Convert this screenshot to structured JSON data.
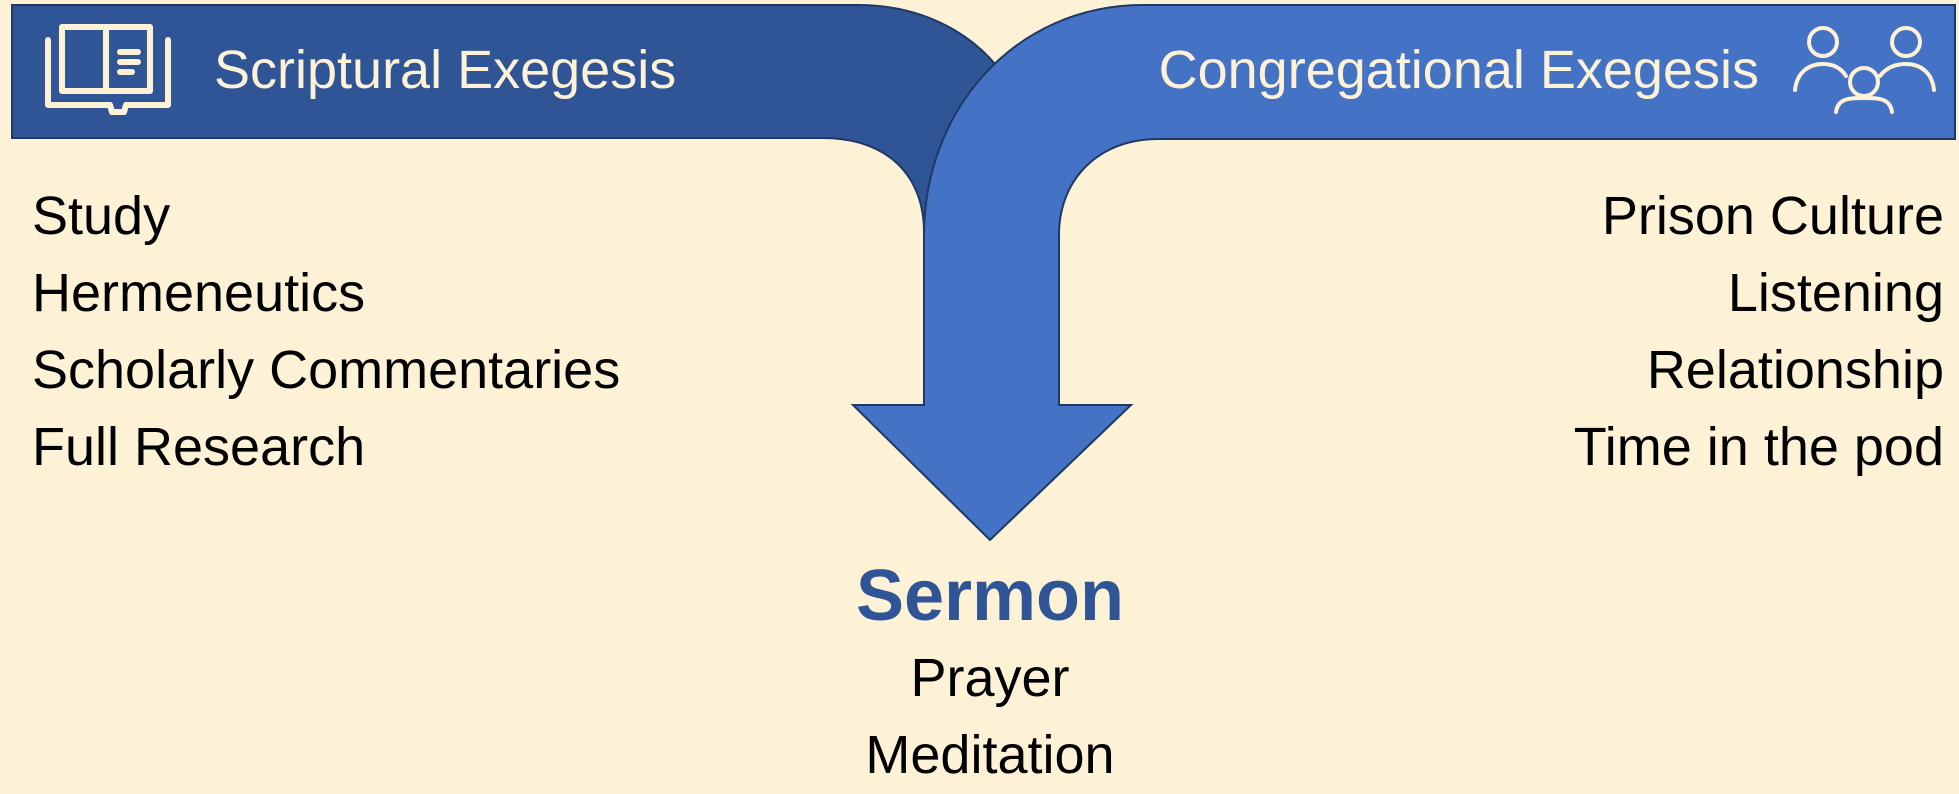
{
  "left_band": {
    "title": "Scriptural Exegesis",
    "icon": "open-book-icon",
    "color": "#2F5597",
    "items": [
      "Study",
      "Hermeneutics",
      "Scholarly Commentaries",
      "Full Research"
    ]
  },
  "right_band": {
    "title": "Congregational Exegesis",
    "icon": "people-group-icon",
    "color": "#4472C4",
    "items": [
      "Prison Culture",
      "Listening",
      "Relationship",
      "Time in the pod"
    ]
  },
  "center": {
    "title": "Sermon",
    "title_color": "#2F5597",
    "items": [
      "Prayer",
      "Meditation"
    ]
  },
  "background": "#FEF2D6",
  "header_text_color": "#FEF2D6"
}
